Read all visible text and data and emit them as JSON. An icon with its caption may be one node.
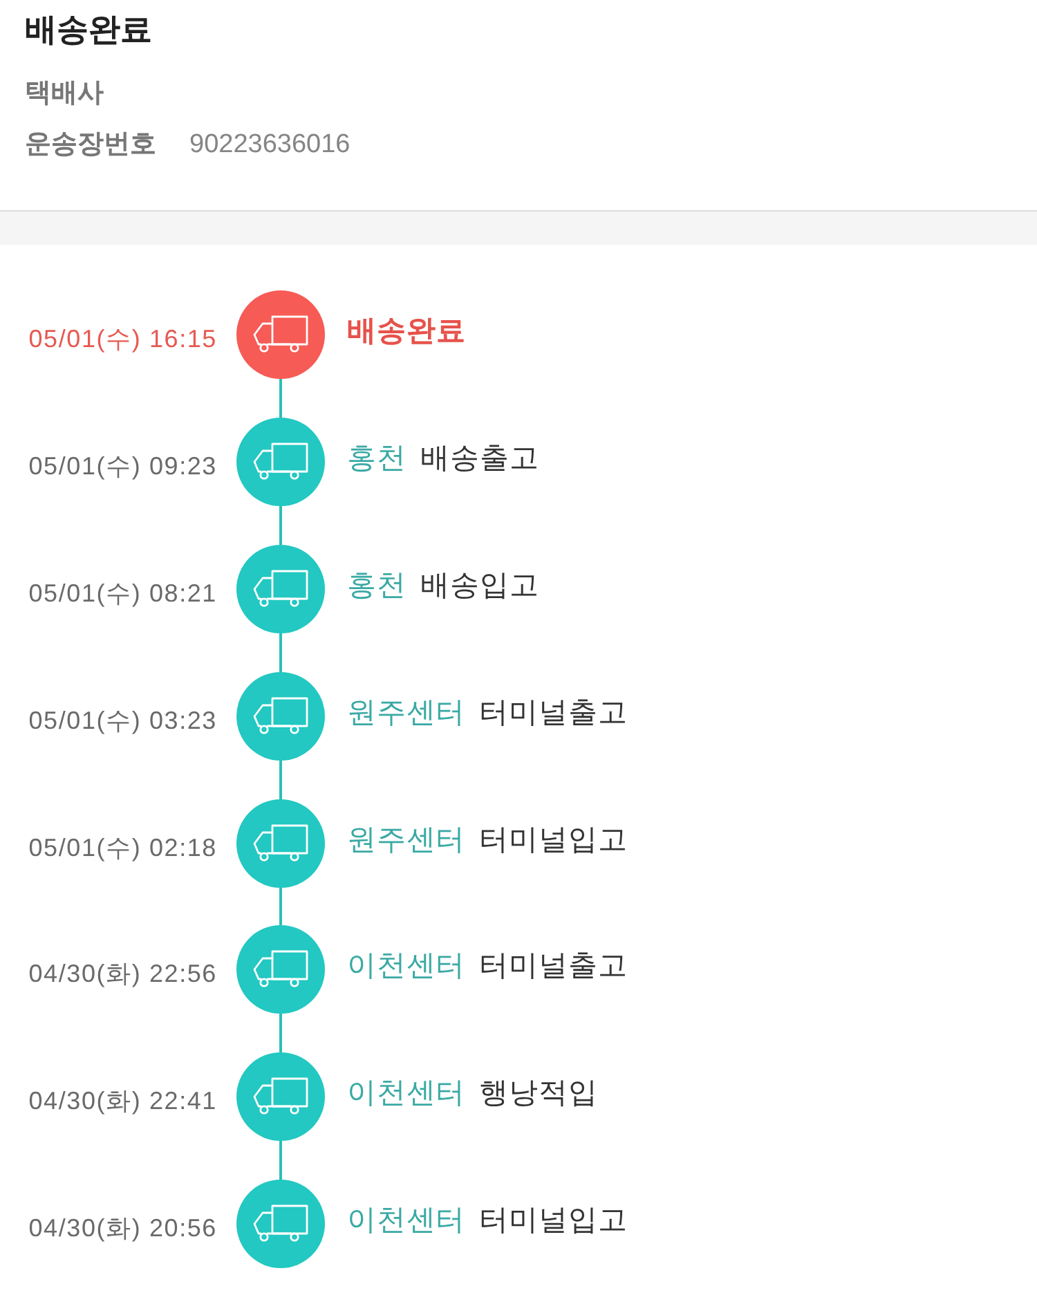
{
  "diagram": {
    "title": "배송완료",
    "labels": [
      "택배사",
      "운송장번호",
      "90223636016"
    ],
    "nodes": [
      {
        "text": [],
        "shape": "circle",
        "beside": [
          "05/01(수) 16:15",
          "배송완료"
        ]
      },
      {
        "text": [],
        "shape": "circle",
        "beside": [
          "05/01(수) 09:23",
          "홍천",
          "배송출고"
        ]
      },
      {
        "text": [],
        "shape": "circle",
        "beside": [
          "05/01(수) 08:21",
          "홍천",
          "배송입고"
        ]
      },
      {
        "text": [],
        "shape": "circle",
        "beside": [
          "05/01(수) 03:23",
          "원주센터",
          "터미널출고"
        ]
      },
      {
        "text": [],
        "shape": "circle",
        "beside": [
          "05/01(수) 02:18",
          "원주센터",
          "터미널입고"
        ]
      },
      {
        "text": [],
        "shape": "circle",
        "beside": [
          "04/30(화) 22:56",
          "이천센터",
          "터미널출고"
        ]
      },
      {
        "text": [],
        "shape": "circle",
        "beside": [
          "04/30(화) 22:41",
          "이천센터",
          "행낭적입"
        ]
      },
      {
        "text": [],
        "shape": "circle",
        "beside": [
          "04/30(화) 20:56",
          "이천센터",
          "터미널입고"
        ]
      }
    ],
    "edges": [
      {
        "from": 0,
        "to": 1,
        "arrow": "none"
      },
      {
        "from": 1,
        "to": 2,
        "arrow": "none"
      },
      {
        "from": 2,
        "to": 3,
        "arrow": "none"
      },
      {
        "from": 3,
        "to": 4,
        "arrow": "none"
      },
      {
        "from": 4,
        "to": 5,
        "arrow": "none"
      },
      {
        "from": 5,
        "to": 6,
        "arrow": "none"
      },
      {
        "from": 6,
        "to": 7,
        "arrow": "none"
      }
    ]
  }
}
